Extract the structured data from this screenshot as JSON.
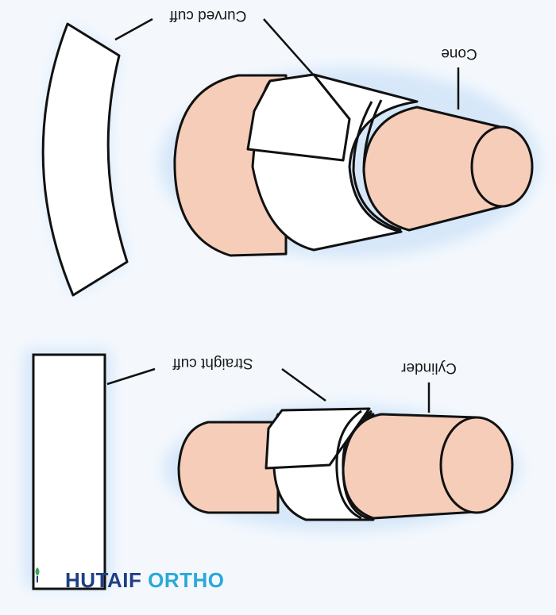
{
  "labels": {
    "curved_cuff": "Curved cuff",
    "cone": "Cone",
    "straight_cuff": "Straight cuff",
    "cylinder": "Cylinder"
  },
  "watermark": {
    "part1": "HUTAIF",
    "part2": "ORTHO"
  },
  "colors": {
    "skin": "#f5cdb9",
    "cuff": "#ffffff",
    "outline": "#111111",
    "glow": "#d4e7fa",
    "watermark_dark": "#1f3f86",
    "watermark_light": "#2aa9d8"
  }
}
